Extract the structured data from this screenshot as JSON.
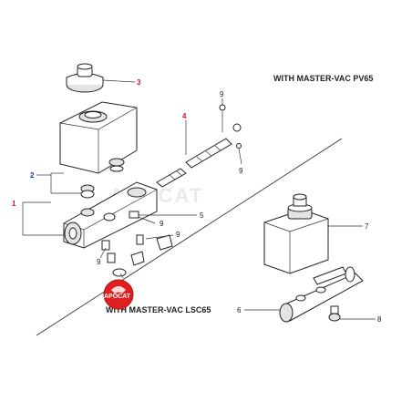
{
  "watermark": "APOCAT",
  "logo_text": "APOCAT",
  "captions": {
    "top": "WITH MASTER-VAC PV65",
    "bottom": "WITH MASTER-VAC LSC65"
  },
  "callouts": {
    "c1": "1",
    "c2": "2",
    "c3": "3",
    "c4": "4",
    "c5": "5",
    "c6": "6",
    "c7": "7",
    "c8": "8",
    "c9a": "9",
    "c9b": "9",
    "c9c": "9",
    "c9d": "9",
    "c9e": "9",
    "c9f": "9"
  },
  "colors": {
    "callout_red": "#d01818",
    "callout_blue": "#1a2fa6",
    "logo": "#e02020"
  }
}
